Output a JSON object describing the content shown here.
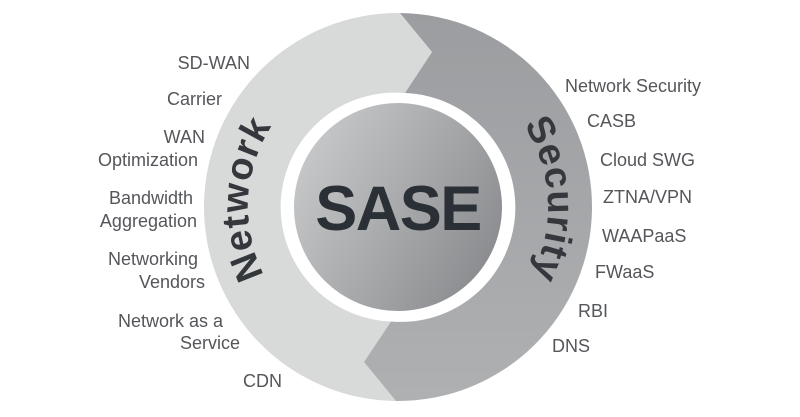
{
  "diagram": {
    "title": "SASE",
    "network": {
      "arc_label": "Network",
      "items": [
        {
          "lines": [
            "SD-WAN"
          ]
        },
        {
          "lines": [
            "Carrier"
          ]
        },
        {
          "lines": [
            "WAN",
            "Optimization"
          ]
        },
        {
          "lines": [
            "Bandwidth",
            "Aggregation"
          ]
        },
        {
          "lines": [
            "Networking",
            "Vendors"
          ]
        },
        {
          "lines": [
            "Network as a",
            "Service"
          ]
        },
        {
          "lines": [
            "CDN"
          ]
        }
      ]
    },
    "security": {
      "arc_label": "Security",
      "items": [
        {
          "lines": [
            "Network Security"
          ]
        },
        {
          "lines": [
            "CASB"
          ]
        },
        {
          "lines": [
            "Cloud SWG"
          ]
        },
        {
          "lines": [
            "ZTNA/VPN"
          ]
        },
        {
          "lines": [
            "WAAPaaS"
          ]
        },
        {
          "lines": [
            "FWaaS"
          ]
        },
        {
          "lines": [
            "RBI"
          ]
        },
        {
          "lines": [
            "DNS"
          ]
        }
      ]
    },
    "colors": {
      "background": "#ffffff",
      "network_fill": "#d8d9d9",
      "security_fill_top": "#9b9da0",
      "security_fill_bottom": "#aeb0b2",
      "center_gradient_light": "#cbcdce",
      "center_gradient_dark": "#8b8d90",
      "title_color": "#2b3036",
      "arc_label_color": "#34383c",
      "item_label_color": "#54565a"
    }
  }
}
